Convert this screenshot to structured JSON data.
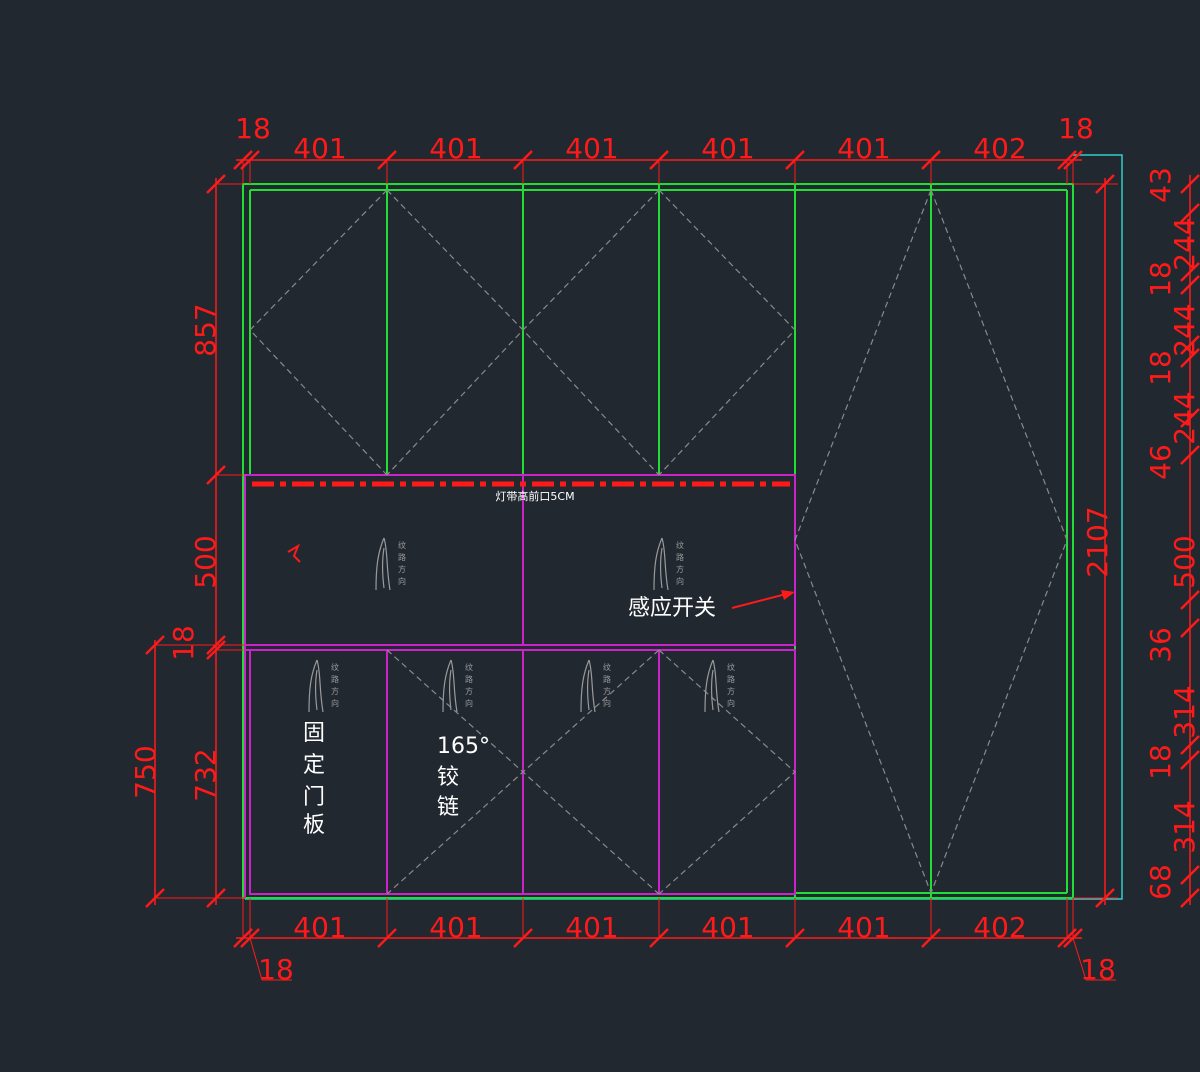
{
  "colors": {
    "background": "#212830",
    "dimension": "#ff1a1a",
    "carcass": "#22dd33",
    "drawer_panel": "#cc22cc",
    "outline": "#33cccc",
    "hinge_line": "#8a8a8a",
    "note": "#ffffff"
  },
  "top_dims": {
    "left_edge": "18",
    "right_edge": "18",
    "bays": [
      "401",
      "401",
      "401",
      "401",
      "401",
      "402"
    ]
  },
  "bottom_dims": {
    "left_edge": "18",
    "right_edge": "18",
    "bays": [
      "401",
      "401",
      "401",
      "401",
      "401",
      "402"
    ]
  },
  "left_dims": {
    "upper": "857",
    "middle": "500",
    "shelf": "18",
    "lower": "732",
    "base_total": "750"
  },
  "right_dims": {
    "total_height": "2107",
    "segments": [
      "43",
      "244",
      "18",
      "244",
      "18",
      "244",
      "46",
      "500",
      "36",
      "314",
      "18",
      "314",
      "68"
    ]
  },
  "labels": {
    "light_strip": "灯带高前口5CM",
    "sensor_switch": "感应开关",
    "fixed_panel": [
      "固",
      "定",
      "门",
      "板"
    ],
    "hinge_angle": "165°",
    "hinge_word": [
      "铰",
      "链"
    ],
    "grain_direction": [
      "纹",
      "路",
      "方",
      "向"
    ]
  }
}
